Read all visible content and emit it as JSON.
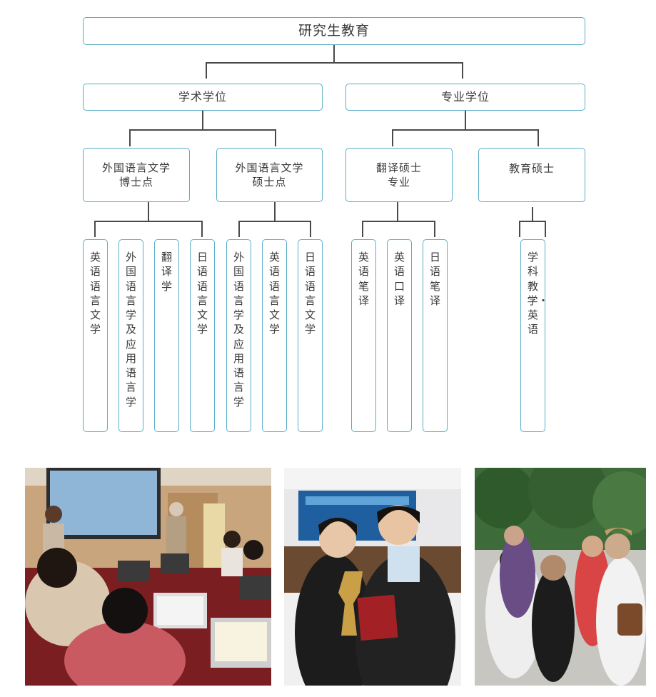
{
  "root": {
    "label": "研究生教育"
  },
  "branches": [
    {
      "label": "学术学位",
      "children": [
        {
          "label_lines": [
            "外国语言文学",
            "博士点"
          ],
          "leaves": [
            "英语语言文学",
            "外国语言学及应用语言学",
            "翻译学",
            "日语语言文学"
          ]
        },
        {
          "label_lines": [
            "外国语言文学",
            "硕士点"
          ],
          "leaves": [
            "外国语言学及应用语言学",
            "英语语言文学",
            "日语语言文学"
          ]
        }
      ]
    },
    {
      "label": "专业学位",
      "children": [
        {
          "label_lines": [
            "翻译硕士",
            "专业"
          ],
          "leaves": [
            "英语笔译",
            "英语口译",
            "日语笔译"
          ]
        },
        {
          "label_lines": [
            "教育硕士"
          ],
          "leaves": [
            "学科教学・英语"
          ]
        }
      ]
    }
  ],
  "colors": {
    "border": "#5aaec9",
    "connector": "#4a4a4a",
    "text": "#3a3a3a"
  },
  "photos": [
    {
      "name": "classroom-photo"
    },
    {
      "name": "award-photo"
    },
    {
      "name": "outdoor-group-photo"
    }
  ]
}
